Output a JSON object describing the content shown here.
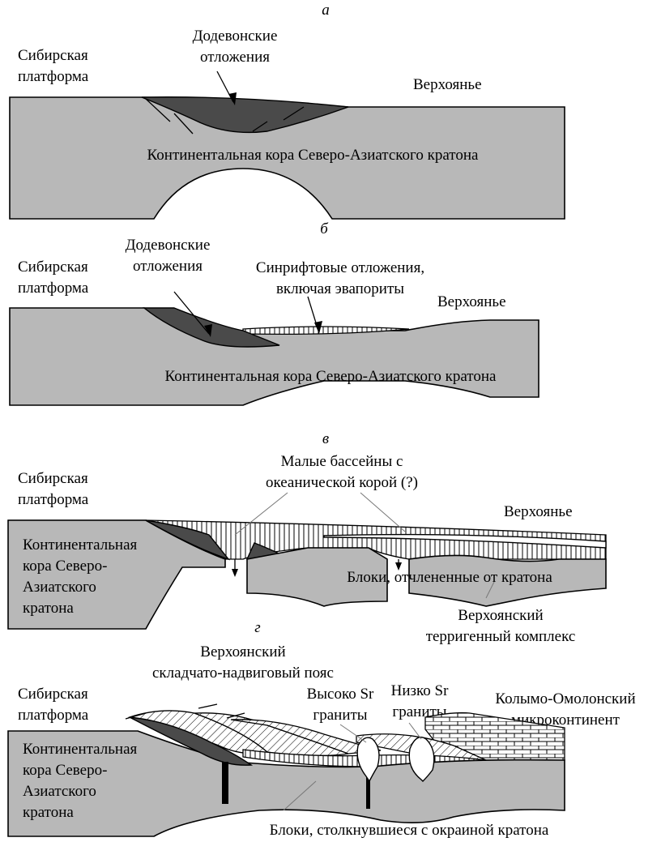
{
  "panels": {
    "a": {
      "letter": "а",
      "siberian": [
        "Сибирская",
        "платформа"
      ],
      "predevonian": [
        "Додевонские",
        "отложения"
      ],
      "verkhoyanye": "Верхоянье",
      "crust": "Континентальная кора Северо-Азиатского кратона"
    },
    "b": {
      "letter": "б",
      "siberian": [
        "Сибирская",
        "платформа"
      ],
      "predevonian": [
        "Додевонские",
        "отложения"
      ],
      "synrift": [
        "Синрифтовые отложения,",
        "включая эвапориты"
      ],
      "verkhoyanye": "Верхоянье",
      "crust": "Континентальная кора Северо-Азиатского кратона"
    },
    "v": {
      "letter": "в",
      "siberian": [
        "Сибирская",
        "платформа"
      ],
      "small_basins": [
        "Малые бассейны с",
        "океанической корой (?)"
      ],
      "verkhoyanye": "Верхоянье",
      "crust": [
        "Континентальная",
        "кора Северо-",
        "Азиатского",
        "кратона"
      ],
      "blocks": "Блоки, отчлененные от кратона",
      "terrigenous": [
        "Верхоянский",
        "терригенный комплекс"
      ]
    },
    "g": {
      "letter": "г",
      "siberian": [
        "Сибирская",
        "платформа"
      ],
      "fold_belt": [
        "Верхоянский",
        "складчато-надвиговый пояс"
      ],
      "high_sr": [
        "Высоко Sr",
        "граниты"
      ],
      "low_sr": [
        "Низко Sr",
        "граниты"
      ],
      "kolyma": [
        "Колымо-Омолонский",
        "микроконтинент"
      ],
      "crust": [
        "Континентальная",
        "кора Северо-",
        "Азиатского",
        "кратона"
      ],
      "blocks": "Блоки, столкнувшиеся с окраиной кратона"
    }
  }
}
